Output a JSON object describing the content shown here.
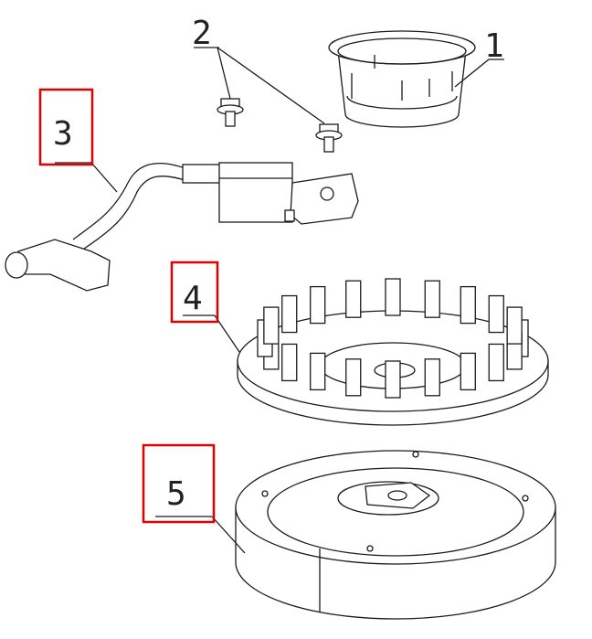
{
  "diagram": {
    "parts": [
      {
        "number": "1",
        "highlighted": false
      },
      {
        "number": "2",
        "highlighted": false
      },
      {
        "number": "3",
        "highlighted": true
      },
      {
        "number": "4",
        "highlighted": true
      },
      {
        "number": "5",
        "highlighted": true
      }
    ],
    "highlight_color": "#e00000"
  }
}
